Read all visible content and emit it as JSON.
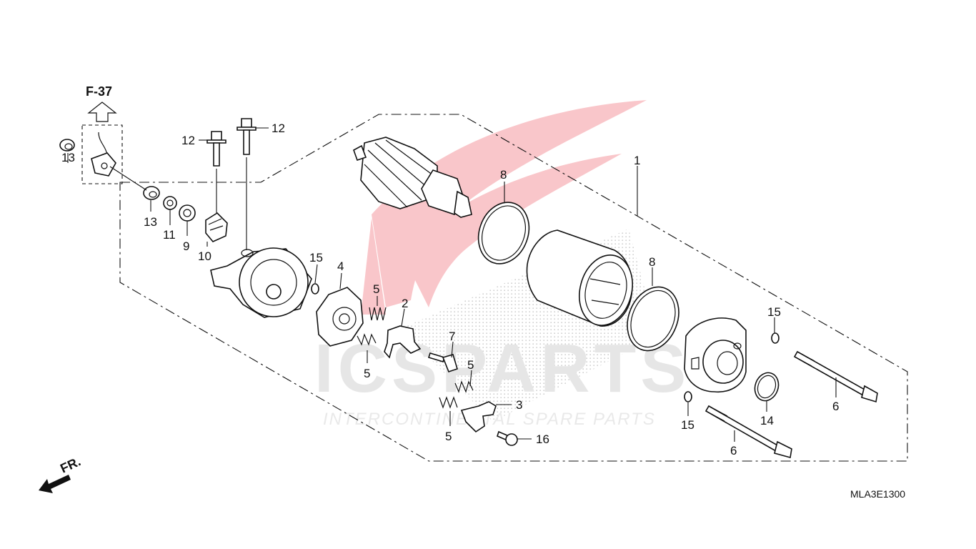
{
  "reference": {
    "page": "F-37"
  },
  "direction": {
    "label": "FR."
  },
  "diagram_code": "MLA3E1300",
  "watermark": {
    "brand": "ICSPARTS",
    "tagline": "INTERCONTINENTAL SPARE PARTS"
  },
  "callouts": {
    "c1": "1",
    "c2": "2",
    "c3": "3",
    "c4": "4",
    "c5a": "5",
    "c5b": "5",
    "c5c": "5",
    "c5d": "5",
    "c6a": "6",
    "c6b": "6",
    "c7": "7",
    "c8a": "8",
    "c8b": "8",
    "c9": "9",
    "c10": "10",
    "c11": "11",
    "c12a": "12",
    "c12b": "12",
    "c13a": "13",
    "c13b": "13",
    "c14": "14",
    "c15a": "15",
    "c15b": "15",
    "c15c": "15",
    "c16": "16"
  },
  "colors": {
    "line": "#111111",
    "watermark": "#e60012",
    "background": "#ffffff"
  }
}
